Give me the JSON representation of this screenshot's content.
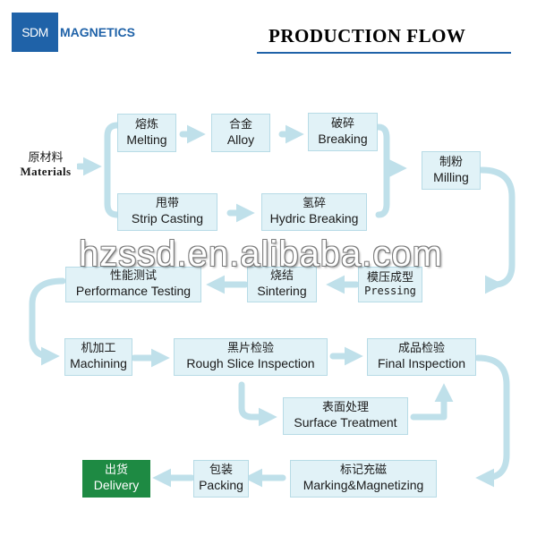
{
  "logo": {
    "box_text": "SDM",
    "text": "MAGNETICS"
  },
  "header": {
    "title": "PRODUCTION FLOW"
  },
  "nodes": {
    "materials": {
      "cn": "原材料",
      "en": "Materials"
    },
    "melting": {
      "cn": "熔炼",
      "en": "Melting"
    },
    "alloy": {
      "cn": "合金",
      "en": "Alloy"
    },
    "breaking": {
      "cn": "破碎",
      "en": "Breaking"
    },
    "strip_casting": {
      "cn": "甩带",
      "en": "Strip Casting"
    },
    "hydric_breaking": {
      "cn": "氢碎",
      "en": "Hydric Breaking"
    },
    "milling": {
      "cn": "制粉",
      "en": "Milling"
    },
    "performance_testing": {
      "cn": "性能测试",
      "en": "Performance Testing"
    },
    "sintering": {
      "cn": "烧结",
      "en": "Sintering"
    },
    "pressing": {
      "cn": "模压成型",
      "en": "Pressing"
    },
    "machining": {
      "cn": "机加工",
      "en": "Machining"
    },
    "rough_slice": {
      "cn": "黑片检验",
      "en": "Rough Slice Inspection"
    },
    "final_inspection": {
      "cn": "成品检验",
      "en": "Final Inspection"
    },
    "surface_treatment": {
      "cn": "表面处理",
      "en": "Surface Treatment"
    },
    "delivery": {
      "cn": "出货",
      "en": "Delivery"
    },
    "packing": {
      "cn": "包装",
      "en": "Packing"
    },
    "marking": {
      "cn": "标记充磁",
      "en": "Marking&Magnetizing"
    }
  },
  "watermark": "hzssd.en.alibaba.com",
  "colors": {
    "brand": "#1f62a8",
    "node_fill": "#e1f2f7",
    "arrow": "#bfe0ea",
    "delivery": "#1e8a43"
  }
}
